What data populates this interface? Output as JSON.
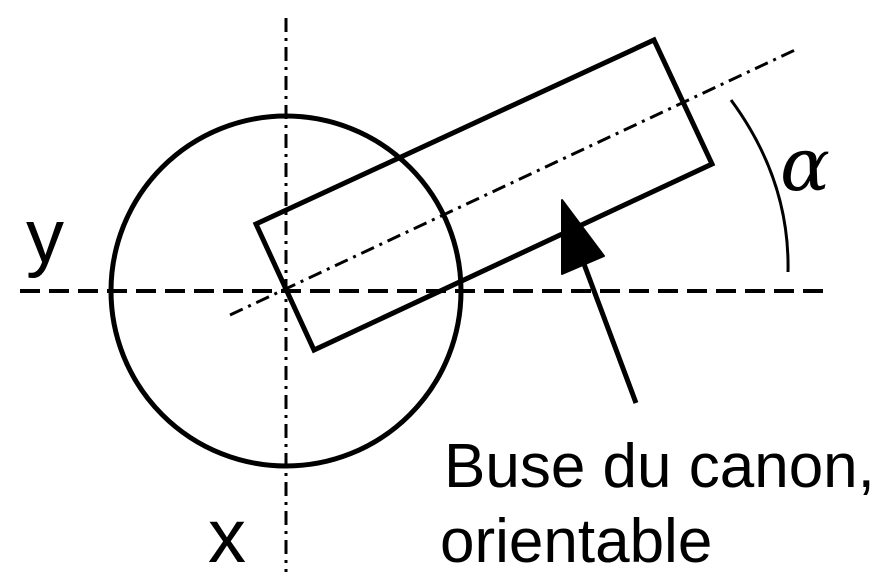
{
  "labels": {
    "y_axis": "y",
    "x_axis": "x",
    "angle": "α",
    "caption_line1": "Buse du canon,",
    "caption_line2": "orientable"
  },
  "colors": {
    "stroke": "#000000",
    "background": "#ffffff"
  }
}
